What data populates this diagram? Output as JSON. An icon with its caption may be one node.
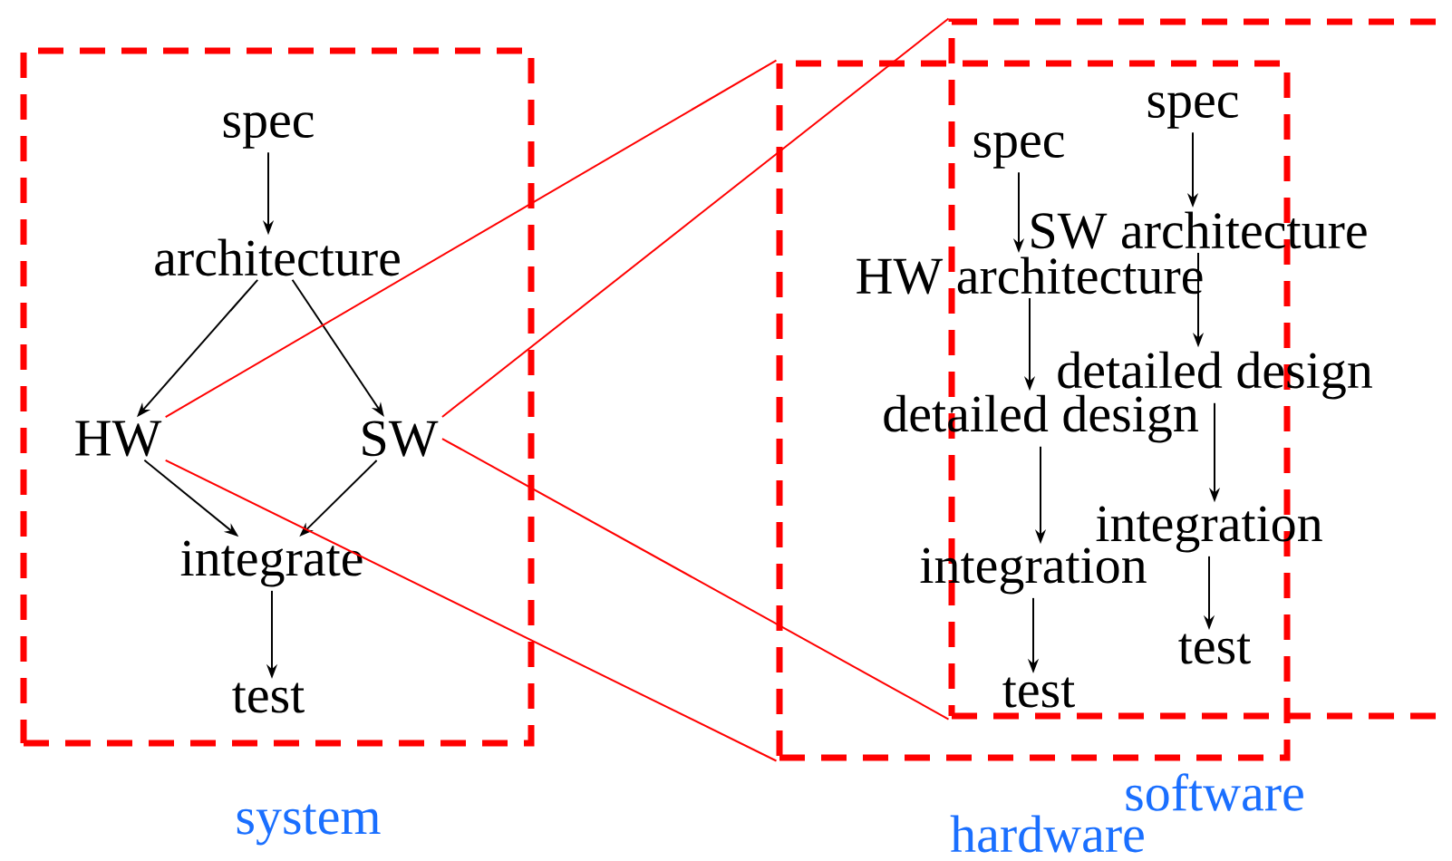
{
  "diagram": {
    "nodes": [
      {
        "text": [
          "system"
        ]
      },
      {
        "text": [
          "spec"
        ],
        "in": 0
      },
      {
        "text": [
          "architecture"
        ],
        "in": 0
      },
      {
        "text": [
          "HW"
        ],
        "in": 0
      },
      {
        "text": [
          "SW"
        ],
        "in": 0
      },
      {
        "text": [
          "integrate"
        ],
        "in": 0
      },
      {
        "text": [
          "test"
        ],
        "in": 0
      },
      {
        "text": [
          "hardware"
        ]
      },
      {
        "text": [
          "software"
        ]
      },
      {
        "text": [
          "spec"
        ]
      },
      {
        "text": [
          "HW architecture"
        ],
        "in": 7
      },
      {
        "text": [
          "detailed design"
        ],
        "in": 7
      },
      {
        "text": [
          "integration"
        ],
        "in": 7
      },
      {
        "text": [
          "test"
        ]
      },
      {
        "text": [
          "spec"
        ]
      },
      {
        "text": [
          "SW architecture"
        ],
        "in": 8
      },
      {
        "text": [
          "detailed design"
        ],
        "in": 8
      },
      {
        "text": [
          "integration"
        ],
        "in": 8
      },
      {
        "text": [
          "test"
        ]
      }
    ],
    "edges": [
      {
        "from": 1,
        "to": 2,
        "arrow": "to"
      },
      {
        "from": 2,
        "to": 3,
        "arrow": "to"
      },
      {
        "from": 2,
        "to": 4,
        "arrow": "to"
      },
      {
        "from": 3,
        "to": 5,
        "arrow": "to"
      },
      {
        "from": 4,
        "to": 5,
        "arrow": "to"
      },
      {
        "from": 5,
        "to": 6,
        "arrow": "to"
      },
      {
        "from": 3,
        "to": 7,
        "arrow": "none",
        "color": "#ff0000"
      },
      {
        "from": 3,
        "to": 7,
        "arrow": "none",
        "color": "#ff0000"
      },
      {
        "from": 4,
        "to": 8,
        "arrow": "none",
        "color": "#ff0000"
      },
      {
        "from": 4,
        "to": 8,
        "arrow": "none",
        "color": "#ff0000"
      },
      {
        "from": 9,
        "to": 10,
        "arrow": "to"
      },
      {
        "from": 10,
        "to": 11,
        "arrow": "to"
      },
      {
        "from": 11,
        "to": 12,
        "arrow": "to"
      },
      {
        "from": 12,
        "to": 13,
        "arrow": "to"
      },
      {
        "from": 14,
        "to": 15,
        "arrow": "to"
      },
      {
        "from": 15,
        "to": 16,
        "arrow": "to"
      },
      {
        "from": 16,
        "to": 17,
        "arrow": "to"
      },
      {
        "from": 17,
        "to": 18,
        "arrow": "to"
      }
    ]
  }
}
